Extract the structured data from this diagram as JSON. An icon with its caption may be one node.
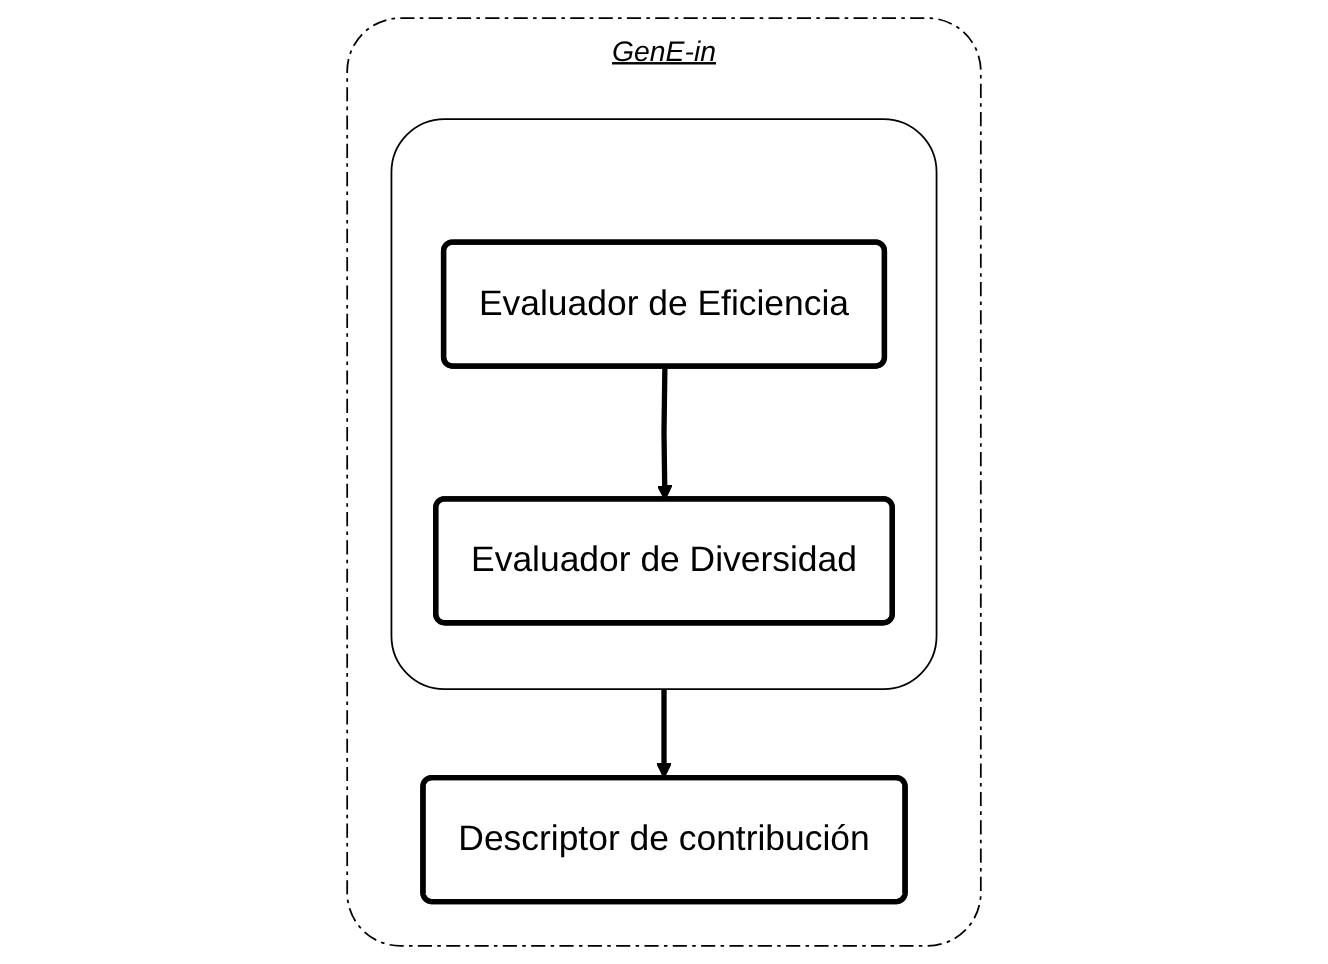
{
  "diagram": {
    "nodes": [
      {
        "text": [
          "GenE-in"
        ]
      },
      {
        "text": [],
        "shape": "box",
        "in": 0
      },
      {
        "text": [
          "Evaluador de Eficiencia"
        ],
        "in": 1
      },
      {
        "text": [
          "Evaluador de Diversidad"
        ],
        "in": 1
      },
      {
        "text": [
          "Descriptor de contribución"
        ],
        "in": 0
      }
    ],
    "edges": [
      {
        "from": 2,
        "to": 3,
        "arrow": "to"
      },
      {
        "from": 1,
        "to": 4,
        "arrow": "to"
      }
    ]
  }
}
